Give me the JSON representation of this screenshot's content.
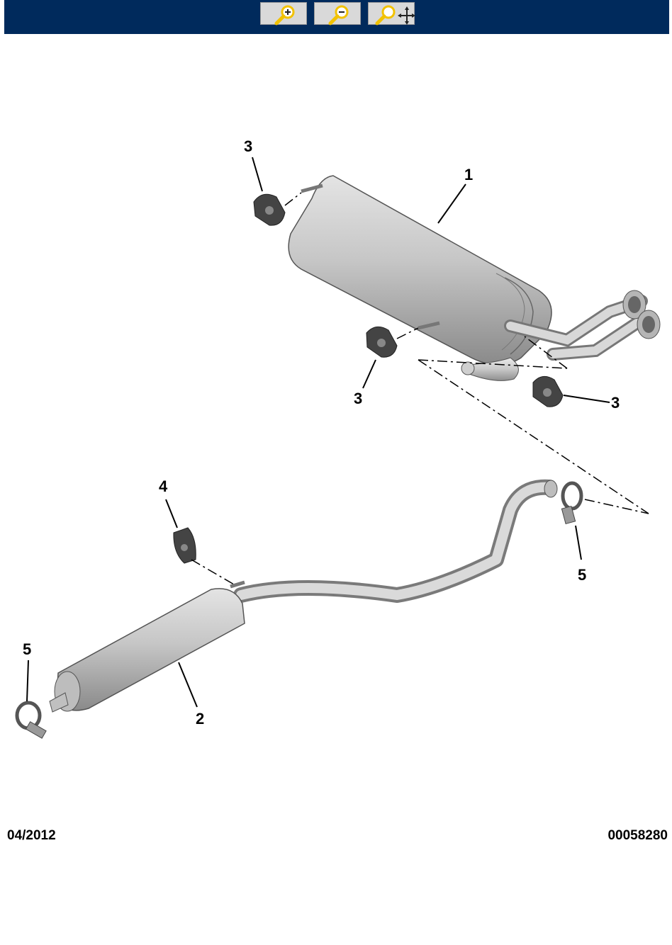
{
  "toolbar": {
    "zoom_in_icon": "zoom-in-icon",
    "zoom_out_icon": "zoom-out-icon",
    "pan_icon": "zoom-pan-icon",
    "bg_color": "#002a5c",
    "icon_color": "#f2c200"
  },
  "diagram": {
    "callouts": {
      "rear_silencer": "1",
      "intermediate_pipe": "2",
      "mount_top_left": "3",
      "mount_lower": "3",
      "mount_right": "3",
      "mount_front": "4",
      "clamp_right": "5",
      "clamp_left": "5"
    }
  },
  "footer": {
    "date": "04/2012",
    "reference": "00058280"
  }
}
